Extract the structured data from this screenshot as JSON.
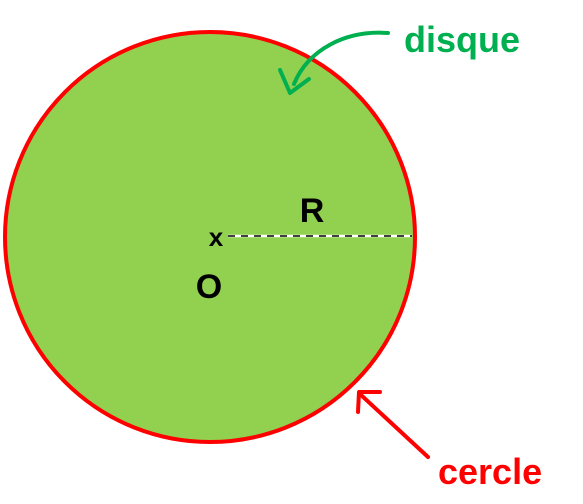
{
  "labels": {
    "disk": "disque",
    "circle": "cercle",
    "radius": "R",
    "center_mark": "x",
    "center_name": "O"
  },
  "colors": {
    "disk_fill": "#92d050",
    "circle_stroke": "#ff0000",
    "disk_label": "#00b050",
    "circle_label": "#ff0000",
    "text": "#000000",
    "radius_line_light": "#ffffff",
    "radius_line_dark": "#000000"
  }
}
